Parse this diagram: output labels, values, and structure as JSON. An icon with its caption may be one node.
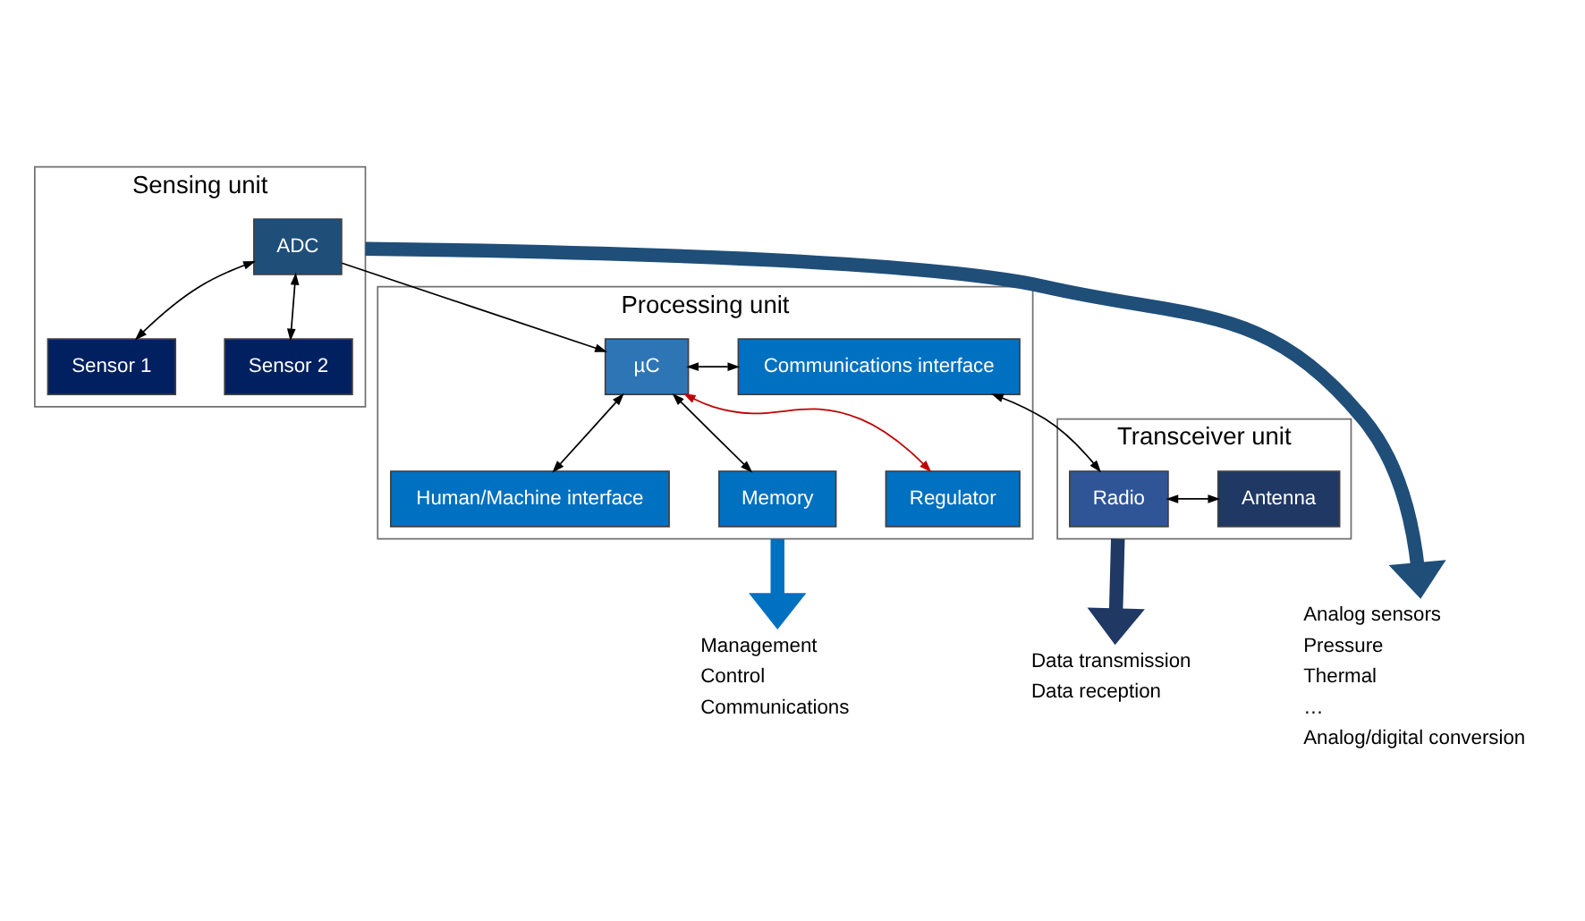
{
  "diagram": {
    "nodes": [
      {
        "text": [
          "Sensing unit"
        ]
      },
      {
        "text": [
          "Sensor 1"
        ],
        "in": 0
      },
      {
        "text": [
          "Sensor 2"
        ],
        "in": 0
      },
      {
        "text": [
          "ADC"
        ],
        "in": 0
      },
      {
        "text": [
          "Processing unit"
        ]
      },
      {
        "text": [
          "Human/Machine interface"
        ],
        "in": 4
      },
      {
        "text": [
          "µC"
        ],
        "in": 4
      },
      {
        "text": [
          "Communications interface"
        ],
        "in": 4
      },
      {
        "text": [
          "Memory"
        ],
        "in": 4
      },
      {
        "text": [
          "Regulator"
        ],
        "in": 4
      },
      {
        "text": [
          "Transceiver unit"
        ]
      },
      {
        "text": [
          "Radio"
        ],
        "in": 10
      },
      {
        "text": [
          "Antenna"
        ],
        "in": 10
      },
      {
        "text": [
          "Analog sensors",
          "Pressure",
          "Thermal",
          "…",
          "Analog/digital conversion"
        ]
      },
      {
        "text": [
          "Management",
          "Control",
          "Communications"
        ]
      },
      {
        "text": [
          "Data transmission",
          "Data reception"
        ]
      }
    ],
    "edges": [
      {
        "from": 3,
        "to": 1,
        "arrow": "both"
      },
      {
        "from": 3,
        "to": 2,
        "arrow": "both"
      },
      {
        "from": 3,
        "to": 6,
        "arrow": "to"
      },
      {
        "from": 6,
        "to": 5,
        "arrow": "both"
      },
      {
        "from": 6,
        "to": 7,
        "arrow": "both"
      },
      {
        "from": 6,
        "to": 8,
        "arrow": "both"
      },
      {
        "from": 6,
        "to": 9,
        "arrow": "both",
        "color": "#c00000"
      },
      {
        "from": 7,
        "to": 11,
        "arrow": "both"
      },
      {
        "from": 11,
        "to": 12,
        "arrow": "both"
      },
      {
        "from": 0,
        "to": 13,
        "arrow": "to",
        "style": "thick",
        "color": "#1f4e79"
      },
      {
        "from": 4,
        "to": 14,
        "arrow": "to",
        "style": "thick",
        "color": "#0070c0"
      },
      {
        "from": 10,
        "to": 15,
        "arrow": "to",
        "style": "thick",
        "color": "#203864"
      }
    ]
  }
}
